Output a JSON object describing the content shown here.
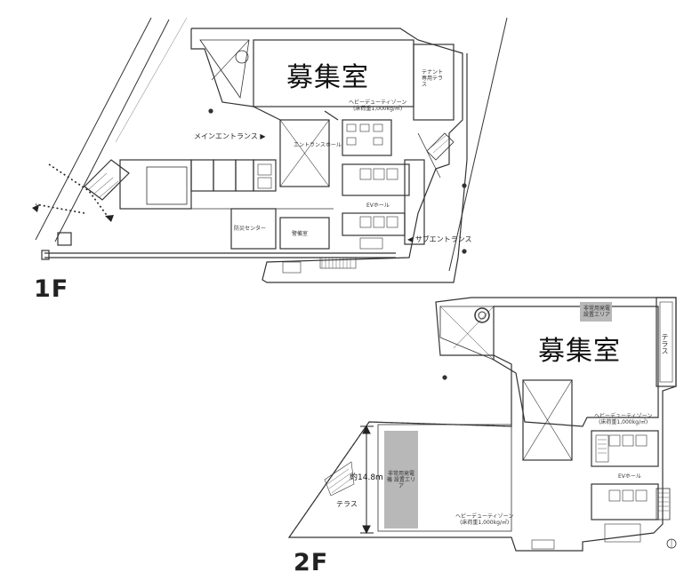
{
  "floors": {
    "f1": {
      "label": "1F",
      "recruit_room": "募集室",
      "main_entrance": "メインエントランス",
      "sub_entrance": "サブエントランス",
      "heavy_duty_zone": "ヘビーデューティゾーン",
      "heavy_duty_load": "(床荷重1,000kg/㎡)",
      "ev_hall": "EVホール",
      "tenant_terrace": "テナント専用テラス",
      "guard_room": "警備室",
      "disaster_room": "防災センター",
      "entrance_hall": "エントランスホール"
    },
    "f2": {
      "label": "2F",
      "recruit_room": "募集室",
      "terrace": "テラス",
      "terrace_left": "テラス",
      "dimension": "約14.8m",
      "heavy_duty_zone": "ヘビーデューティゾーン",
      "heavy_duty_load": "(床荷重1,000kg/㎡)",
      "ev_hall": "EVホール",
      "gray_box_label": "非常用発電機 設置エリア",
      "gray_box_label2": "非常用発電 設置エリア"
    }
  },
  "colors": {
    "line": "#333333",
    "gray_fill": "#b8b8b8",
    "dash": "#333333"
  }
}
